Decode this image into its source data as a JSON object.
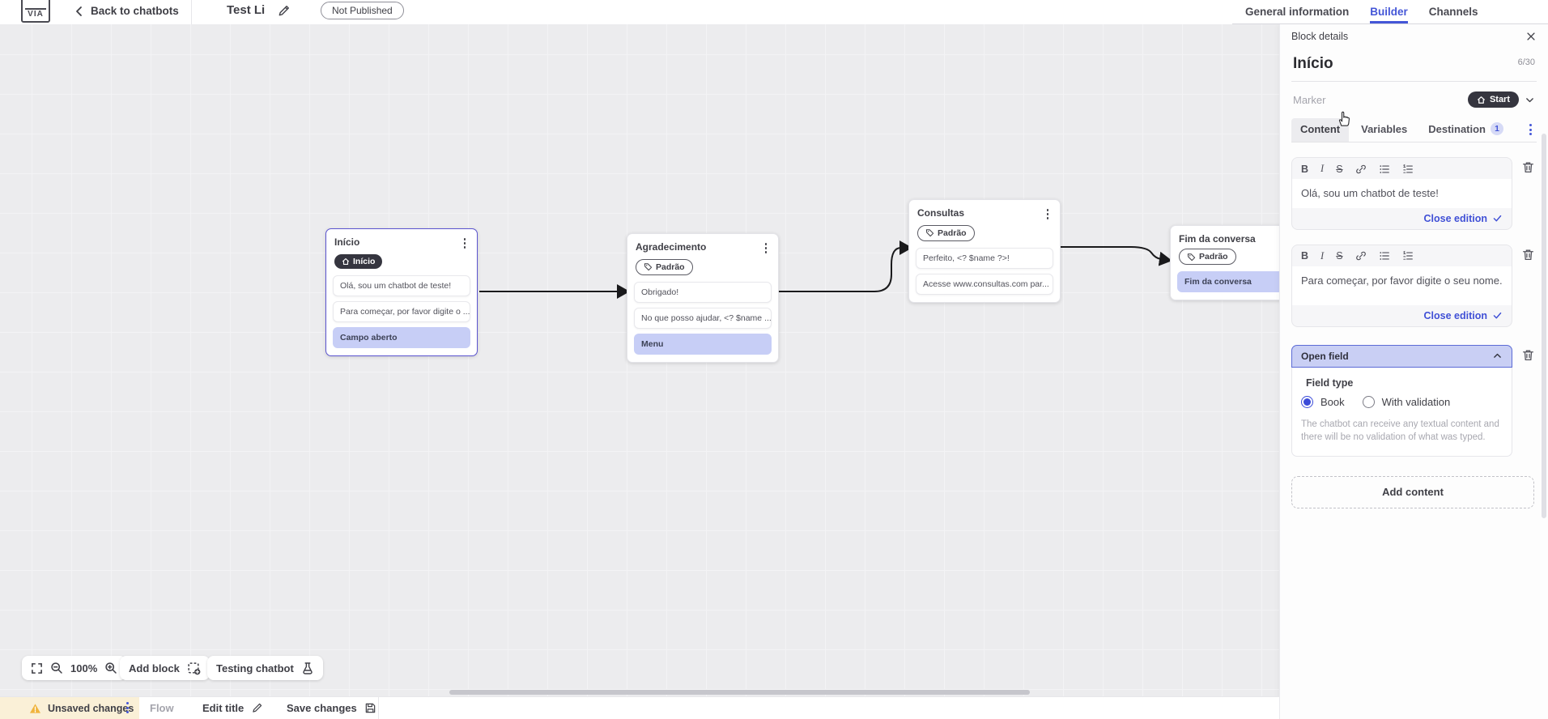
{
  "topbar": {
    "logo_text": "VIA",
    "back_label": "Back to chatbots",
    "title": "Test Li",
    "status": "Not Published",
    "tabs": [
      {
        "label": "General information"
      },
      {
        "label": "Builder"
      },
      {
        "label": "Channels"
      }
    ]
  },
  "panel": {
    "header": "Block details",
    "name": "Início",
    "counter": "6/30",
    "marker_label": "Marker",
    "marker_value": "Start",
    "tabs": {
      "content": "Content",
      "variables": "Variables",
      "destination": "Destination",
      "destination_badge": "1"
    },
    "toolbar": {
      "bold": "B",
      "italic": "I",
      "strike": "S"
    },
    "editors": [
      {
        "text": "Olá, sou um chatbot de teste!",
        "close_label": "Close edition"
      },
      {
        "text": "Para começar, por favor digite o seu nome.",
        "close_label": "Close edition"
      }
    ],
    "open_field": {
      "title": "Open field",
      "field_type_label": "Field type",
      "option_book": "Book",
      "option_validation": "With validation",
      "description": "The chatbot can receive any textual content and there will be no validation of what was typed."
    },
    "add_content_label": "Add content"
  },
  "canvas": {
    "blocks": [
      {
        "title": "Início",
        "badge": "Início",
        "items": [
          {
            "text": "Olá, sou um chatbot de teste!"
          },
          {
            "text": "Para começar, por favor digite o ..."
          },
          {
            "text": "Campo aberto"
          }
        ]
      },
      {
        "title": "Agradecimento",
        "badge": "Padrão",
        "items": [
          {
            "text": "Obrigado!"
          },
          {
            "text": "No que posso ajudar, <? $name ..."
          },
          {
            "text": "Menu"
          }
        ]
      },
      {
        "title": "Consultas",
        "badge": "Padrão",
        "items": [
          {
            "text": "Perfeito, <? $name ?>!"
          },
          {
            "text": "Acesse www.consultas.com par..."
          }
        ]
      },
      {
        "title": "Fim da conversa",
        "badge": "Padrão",
        "items": [
          {
            "text": "Fim da conversa"
          }
        ]
      }
    ],
    "zoom_level": "100%",
    "add_block_label": "Add block",
    "testing_label": "Testing chatbot"
  },
  "bottombar": {
    "unsaved": "Unsaved changes",
    "flow": "Flow",
    "edit_title": "Edit title",
    "save": "Save changes"
  },
  "colors": {
    "accent": "#4456d7",
    "selected_block_border": "#5b54cf",
    "lavender_item": "#c7cef6",
    "dark_pill": "#35353f",
    "warning": "#f0b43c"
  }
}
